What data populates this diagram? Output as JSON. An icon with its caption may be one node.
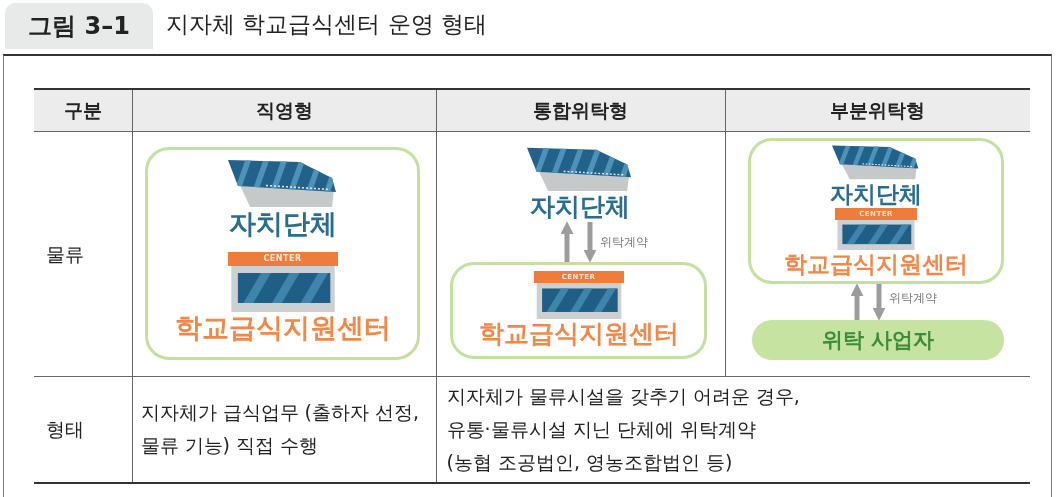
{
  "diagram": {
    "title": "지자체 학교급식센터 운영 형태",
    "nodes": [
      {
        "text": [],
        "shape": "box"
      },
      {
        "text": [
          "자치단체"
        ],
        "in": 0
      },
      {
        "text": [
          "CENTER",
          "학교급식지원센터"
        ],
        "in": 0
      },
      {
        "text": [
          "자치단체"
        ]
      },
      {
        "text": [],
        "shape": "box"
      },
      {
        "text": [
          "CENTER",
          "학교급식지원센터"
        ],
        "in": 4
      },
      {
        "text": [],
        "shape": "box"
      },
      {
        "text": [
          "자치단체"
        ],
        "in": 6
      },
      {
        "text": [
          "CENTER",
          "학교급식지원센터"
        ],
        "in": 6
      },
      {
        "text": [
          "위탁 사업자"
        ]
      }
    ],
    "edges": [
      {
        "from": 4,
        "to": 3,
        "arrow": "to"
      },
      {
        "from": 3,
        "to": 4,
        "arrow": "to",
        "label": "위탁계약"
      },
      {
        "from": 9,
        "to": 6,
        "arrow": "to"
      },
      {
        "from": 6,
        "to": 9,
        "arrow": "to",
        "label": "위탁계약"
      }
    ],
    "labels": [
      "그림 3–1",
      "구분",
      "직영형",
      "통합위탁형",
      "부분위탁형",
      "물류",
      "형태",
      "지자체가 급식업무 (출하자 선정, 물류 기능) 직접 수행",
      "지자체가 물류시설을 갖추기 어려운 경우, 유통·물류시설 지닌 단체에 위탁계약 (농협 조공법인, 영농조합법인 등)"
    ]
  }
}
